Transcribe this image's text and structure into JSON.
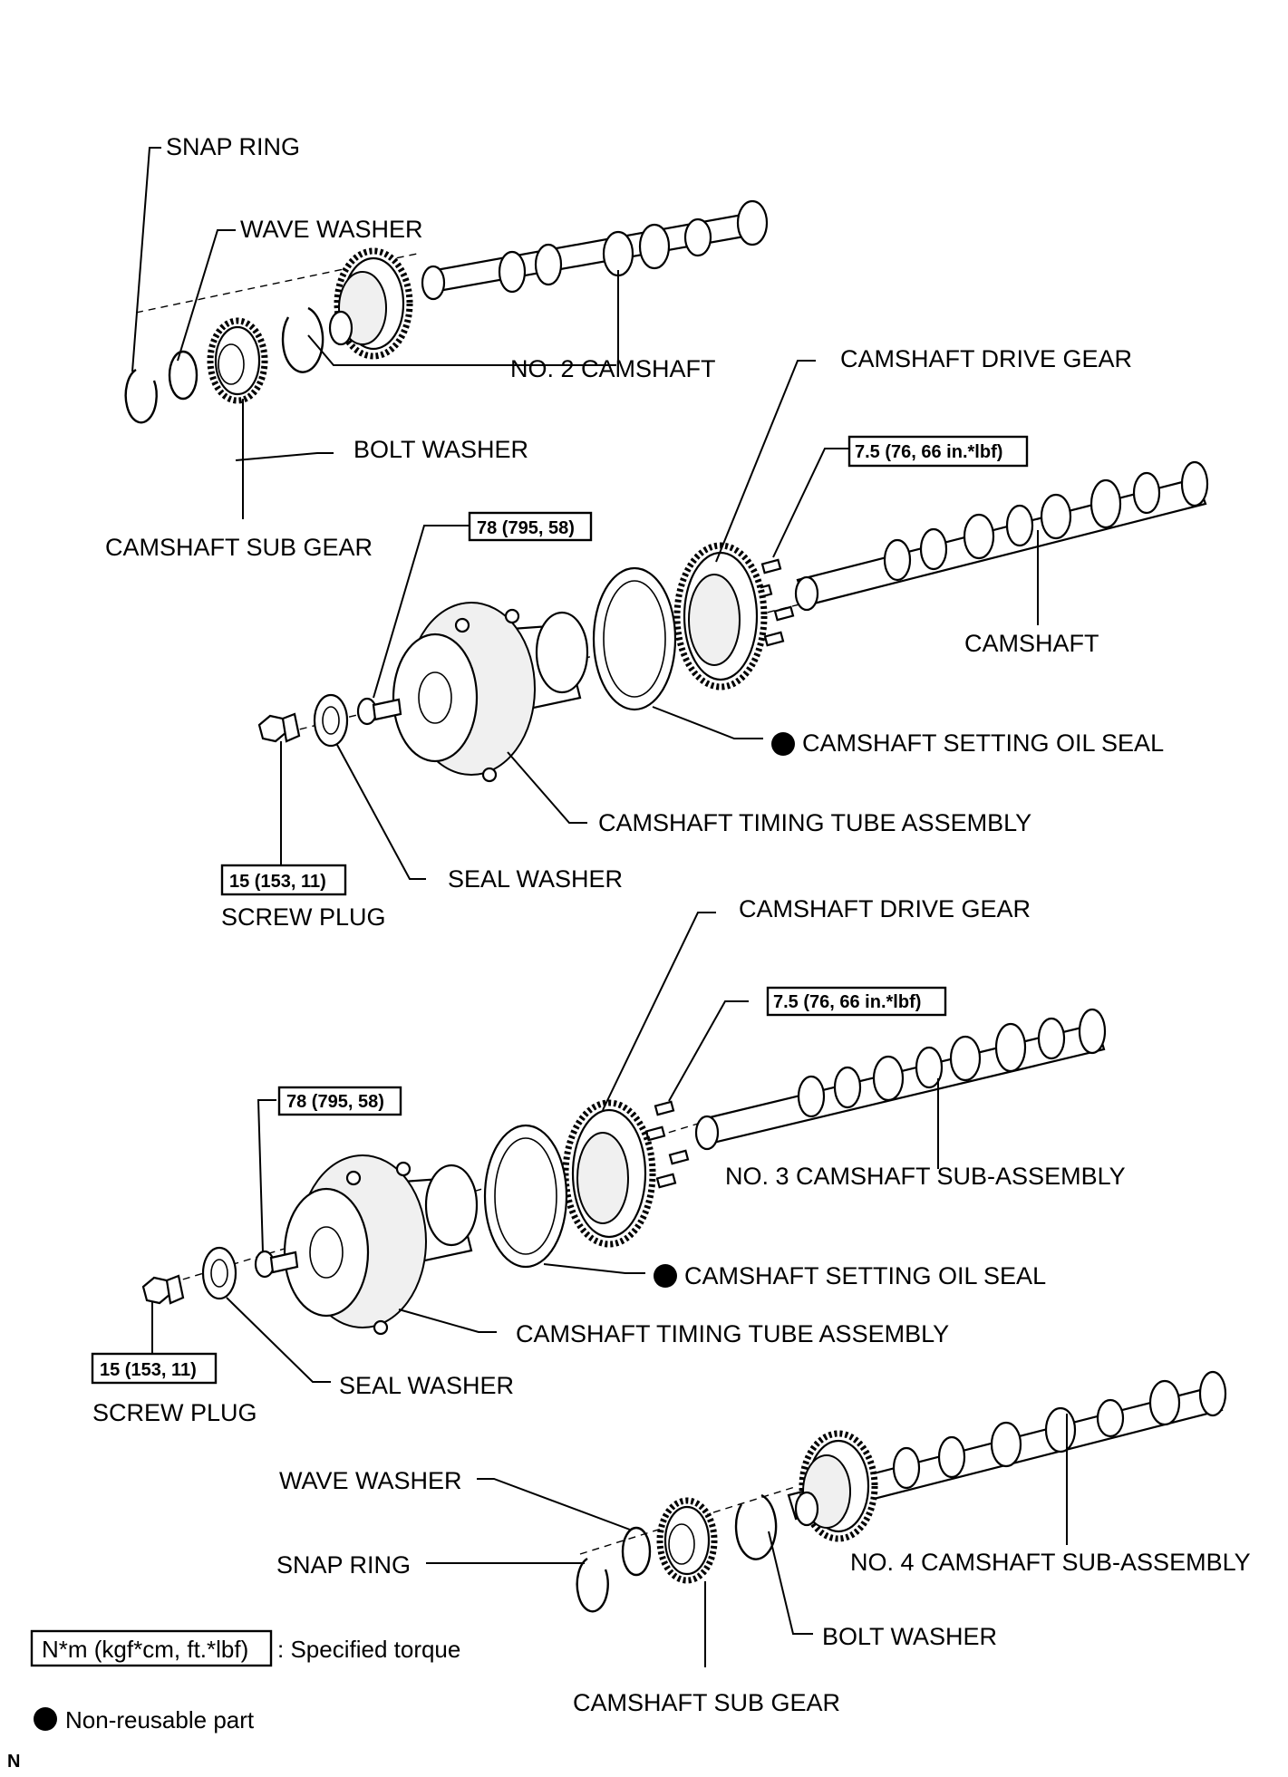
{
  "labels": {
    "snap_ring_1": "SNAP RING",
    "wave_washer_1": "WAVE WASHER",
    "no2_camshaft": "NO. 2 CAMSHAFT",
    "bolt_washer_1": "BOLT WASHER",
    "camshaft_sub_gear_1": "CAMSHAFT SUB GEAR",
    "camshaft_drive_gear_1": "CAMSHAFT DRIVE GEAR",
    "camshaft": "CAMSHAFT",
    "oil_seal_1": "CAMSHAFT SETTING OIL SEAL",
    "timing_tube_1": "CAMSHAFT TIMING TUBE ASSEMBLY",
    "seal_washer_1": "SEAL WASHER",
    "screw_plug_1": "SCREW PLUG",
    "camshaft_drive_gear_2": "CAMSHAFT DRIVE GEAR",
    "no3_camshaft": "NO. 3 CAMSHAFT SUB-ASSEMBLY",
    "oil_seal_2": "CAMSHAFT SETTING OIL SEAL",
    "timing_tube_2": "CAMSHAFT TIMING TUBE ASSEMBLY",
    "seal_washer_2": "SEAL WASHER",
    "screw_plug_2": "SCREW PLUG",
    "wave_washer_2": "WAVE WASHER",
    "snap_ring_2": "SNAP RING",
    "no4_camshaft": "NO. 4 CAMSHAFT SUB-ASSEMBLY",
    "bolt_washer_2": "BOLT WASHER",
    "camshaft_sub_gear_2": "CAMSHAFT SUB GEAR"
  },
  "torques": {
    "gear_bolts_1": "7.5 (76, 66 in.*lbf)",
    "center_bolt_1": "78 (795, 58)",
    "screw_plug_1": "15 (153, 11)",
    "gear_bolts_2": "7.5 (76, 66 in.*lbf)",
    "center_bolt_2": "78 (795, 58)",
    "screw_plug_2": "15 (153, 11)"
  },
  "legend": {
    "torque_box": "N*m (kgf*cm, ft.*lbf)",
    "torque_desc": ": Specified torque",
    "nonreusable_desc": "Non-reusable part"
  },
  "corner_mark": "N"
}
